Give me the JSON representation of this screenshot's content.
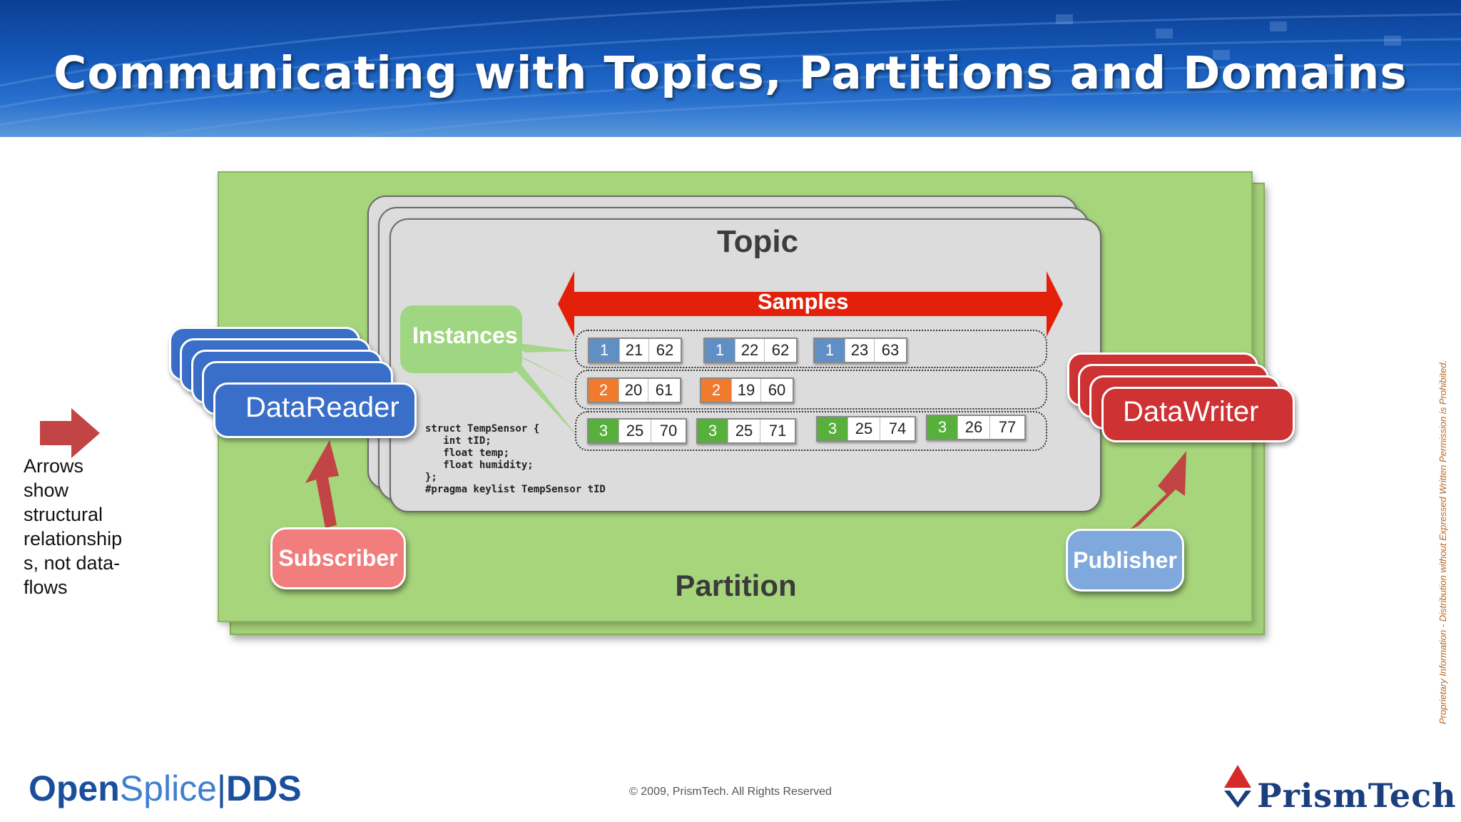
{
  "header": {
    "title": "Communicating with Topics, Partitions and Domains"
  },
  "diagram": {
    "partition_label": "Partition",
    "topic_label": "Topic",
    "samples_label": "Samples",
    "instances_label": "Instances",
    "datareader_label": "DataReader",
    "datawriter_label": "DataWriter",
    "subscriber_label": "Subscriber",
    "publisher_label": "Publisher",
    "code": "struct TempSensor {\n   int tID;\n   float temp;\n   float humidity;\n};\n#pragma keylist TempSensor tID",
    "rows": [
      {
        "samples": [
          [
            "1",
            "21",
            "62"
          ],
          [
            "1",
            "22",
            "62"
          ],
          [
            "1",
            "23",
            "63"
          ]
        ]
      },
      {
        "samples": [
          [
            "2",
            "20",
            "61"
          ],
          [
            "2",
            "19",
            "60"
          ]
        ]
      },
      {
        "samples": [
          [
            "3",
            "25",
            "70"
          ],
          [
            "3",
            "25",
            "71"
          ],
          [
            "3",
            "25",
            "74"
          ],
          [
            "3",
            "26",
            "77"
          ]
        ]
      }
    ],
    "colors": {
      "key_row1": "#5f8fc4",
      "key_row2": "#f07a2e",
      "key_row3": "#57b03c",
      "partition": "#a7d57c",
      "samples_arrow": "#e3210a"
    }
  },
  "legend": {
    "lines": [
      "Arrows",
      "show",
      "structural",
      "relationship",
      "s, not data-",
      "flows"
    ]
  },
  "side_note": "Proprietary Information - Distribution without Expressed Written Permission is Prohibited.",
  "footer": {
    "copyright": "© 2009, PrismTech. All Rights Reserved",
    "logo_left_a": "Open",
    "logo_left_b": "Splice",
    "logo_left_c": "DDS",
    "logo_right": "PrismTech"
  }
}
